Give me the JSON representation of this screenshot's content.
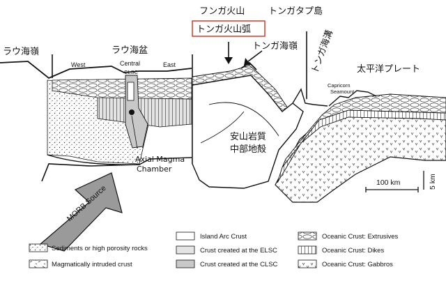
{
  "labels": {
    "fonga_volcano": "フンガ火山",
    "tongatapu": "トンガタプ島",
    "tonga_arc": "トンガ火山弧",
    "lau_ridge": "ラウ海嶺",
    "lau_basin": "ラウ海盆",
    "tonga_ridge": "トンガ海嶺",
    "tonga_trench": "トンガ海溝",
    "pacific_plate": "太平洋プレート",
    "andesite_line1": "安山岩質",
    "andesite_line2": "中部地殻",
    "west": "West",
    "central": "Central",
    "clsc": "CLSC",
    "east": "East",
    "capricorn1": "Capricorn",
    "capricorn2": "Seamount",
    "axial1": "Axial Magma",
    "axial2": "Chamber",
    "morb": "MORB Source",
    "scale_h": "100 km",
    "scale_v": "5 km"
  },
  "legend": [
    {
      "key": "sediments",
      "label": "Sediments or high porosity rocks"
    },
    {
      "key": "intruded",
      "label": "Magmatically intruded crust"
    },
    {
      "key": "island_arc",
      "label": "Island Arc Crust"
    },
    {
      "key": "elsc",
      "label": "Crust created at the ELSC"
    },
    {
      "key": "clsc",
      "label": "Crust created at the CLSC"
    },
    {
      "key": "extrusives",
      "label": "Oceanic Crust: Extrusives"
    },
    {
      "key": "dikes",
      "label": "Oceanic Crust: Dikes"
    },
    {
      "key": "gabbros",
      "label": "Oceanic Crust: Gabbros"
    }
  ],
  "colors": {
    "highlight_box": "#d23a2a",
    "elsc_fill": "#e4e4e4",
    "clsc_fill": "#c8c8c8",
    "arrow_fill": "#9a9a9a"
  }
}
